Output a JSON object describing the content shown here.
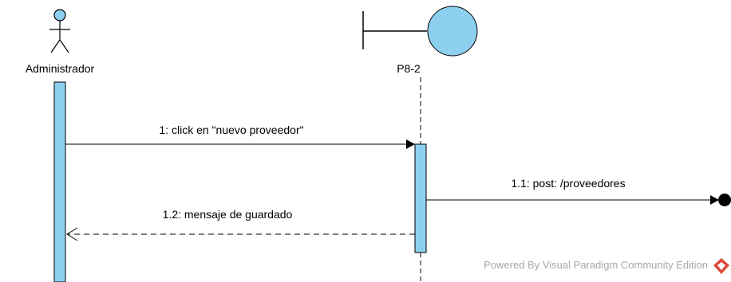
{
  "diagram": {
    "lifelines": [
      {
        "kind": "actor",
        "name": "Administrador"
      },
      {
        "kind": "boundary",
        "name": "P8-2"
      }
    ],
    "messages": [
      {
        "label": "1: click en \"nuevo proveedor\"",
        "type": "synchronous"
      },
      {
        "label": "1.1: post: /proveedores",
        "type": "lost"
      },
      {
        "label": "1.2: mensaje de guardado",
        "type": "reply"
      }
    ],
    "watermark": "Powered By  Visual Paradigm Community Edition"
  },
  "colors": {
    "fill": "#8dcfef",
    "stroke": "#000000",
    "watermark_text": "#a6a6a6",
    "logo": "#e0483b"
  },
  "icons": {
    "actor": "stick-figure-icon",
    "boundary": "boundary-icon",
    "logo": "visual-paradigm-logo-icon"
  }
}
